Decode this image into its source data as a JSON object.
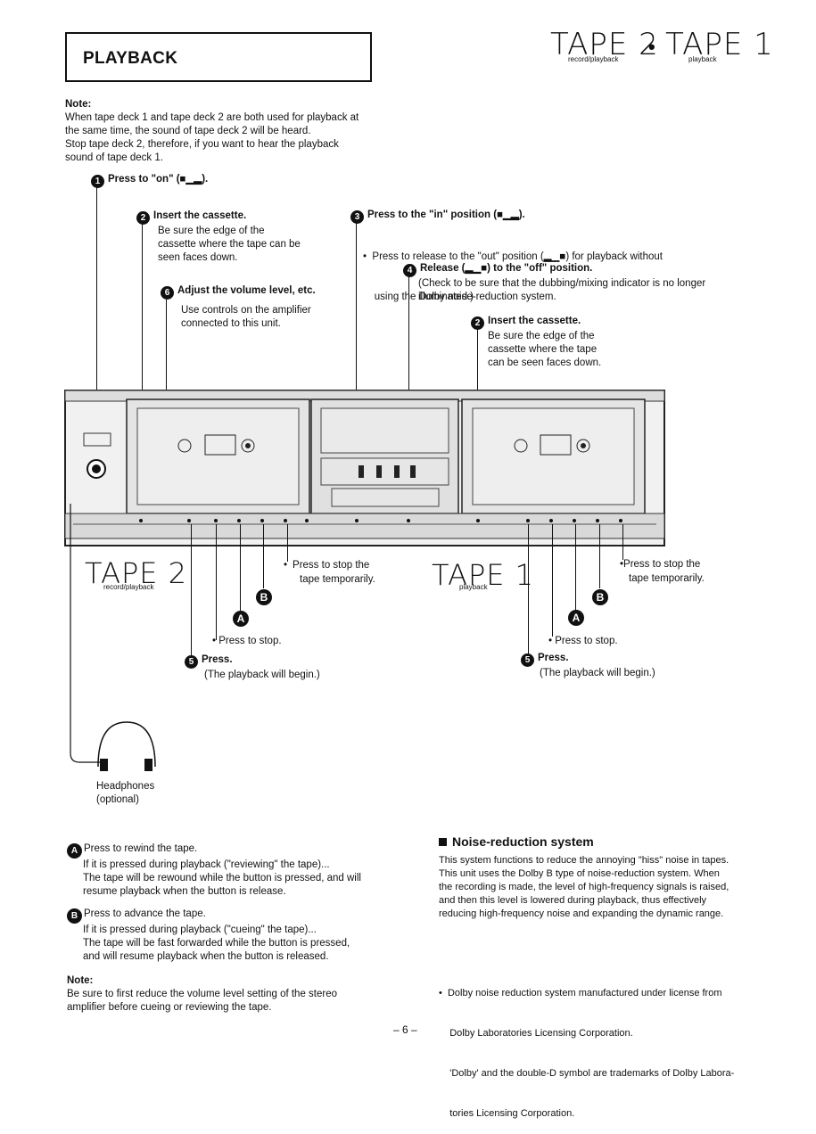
{
  "header": {
    "section_title": "PLAYBACK",
    "brand_tape2": "TAPE 2",
    "brand_dot": "•",
    "brand_tape1": "TAPE 1",
    "tape2_sub": "record/playback",
    "tape1_sub": "playback"
  },
  "note_top": {
    "heading": "Note:",
    "lines": [
      "When tape deck 1 and tape deck 2 are both used for playback at",
      "the same time, the sound of tape deck 2 will be heard.",
      "Stop tape deck 2, therefore, if you want to hear the playback",
      "sound of tape deck 1."
    ]
  },
  "steps": {
    "s1_num": "1",
    "s1_title": "Press to \"on\" (■▁▂).",
    "s2_num": "2",
    "s2_title": "Insert the cassette.",
    "s2_lines": [
      "Be sure the edge of the",
      "cassette where the tape can be",
      "seen faces down."
    ],
    "s6_num": "6",
    "s6_title": "Adjust the volume level, etc.",
    "s6_lines": [
      "Use controls on the amplifier",
      "connected to this unit."
    ],
    "s3_num": "3",
    "s3_title": "Press to the \"in\" position (■▁▂).",
    "s3_lines": [
      "•  Press to release to the \"out\" position (▂▁■) for playback without",
      "    using the Dolby noise-reduction system."
    ],
    "s4_num": "4",
    "s4_title": "Release (▂▁■) to the \"off\" position.",
    "s4_lines": [
      "(Check to be sure that the dubbing/mixing indicator is no longer",
      "illuminated.)"
    ],
    "s2b_num": "2",
    "s2b_title": "Insert the cassette.",
    "s2b_lines": [
      "Be sure the edge of the",
      "cassette where the tape",
      "can be seen faces down."
    ]
  },
  "lower_left": {
    "brand": "TAPE 2",
    "sub": "record/playback",
    "stop_temp": [
      "Press to stop the",
      "tape temporarily."
    ],
    "b_label": "B",
    "a_label": "A",
    "stop": "Press to stop.",
    "s5_num": "5",
    "press": "Press.",
    "begin": "(The playback will begin.)"
  },
  "lower_right": {
    "brand": "TAPE 1",
    "sub": "playback",
    "stop_temp": [
      "Press to stop the",
      "tape temporarily."
    ],
    "b_label": "B",
    "a_label": "A",
    "stop": "Press to stop.",
    "s5_num": "5",
    "press": "Press.",
    "begin": "(The playback will begin.)"
  },
  "headphones": {
    "label": "Headphones",
    "sub": "(optional)"
  },
  "rewind_ff": {
    "a_label": "A",
    "a_title": "Press to rewind the tape.",
    "a_lines": [
      "If it is pressed during playback (\"reviewing\" the tape)...",
      "The tape will be rewound while the button is pressed, and will",
      "resume playback when the button is release."
    ],
    "b_label": "B",
    "b_title": "Press to advance the tape.",
    "b_lines": [
      "If it is pressed during playback (\"cueing\" the tape)...",
      "The tape will be fast forwarded while the button is pressed,",
      "and will resume playback when the button is released."
    ],
    "note_heading": "Note:",
    "note_lines": [
      "Be sure to first reduce the volume level setting of the stereo",
      "amplifier before cueing or reviewing the tape."
    ]
  },
  "noise": {
    "heading": "Noise-reduction system",
    "lines": [
      "This system functions to reduce the annoying \"hiss\" noise in tapes.",
      "This unit uses the Dolby B type of noise-reduction system. When",
      "the recording is made, the level of high-frequency signals is raised,",
      "and then this level is lowered during playback, thus effectively",
      "reducing high-frequency noise and expanding the dynamic range."
    ],
    "dolby_lines": [
      "•  Dolby noise reduction system manufactured under license from",
      "    Dolby Laboratories Licensing Corporation.",
      "    'Dolby' and the double-D symbol are trademarks of Dolby Labora-",
      "    tories Licensing Corporation."
    ]
  },
  "footer": {
    "page": "– 6 –"
  }
}
